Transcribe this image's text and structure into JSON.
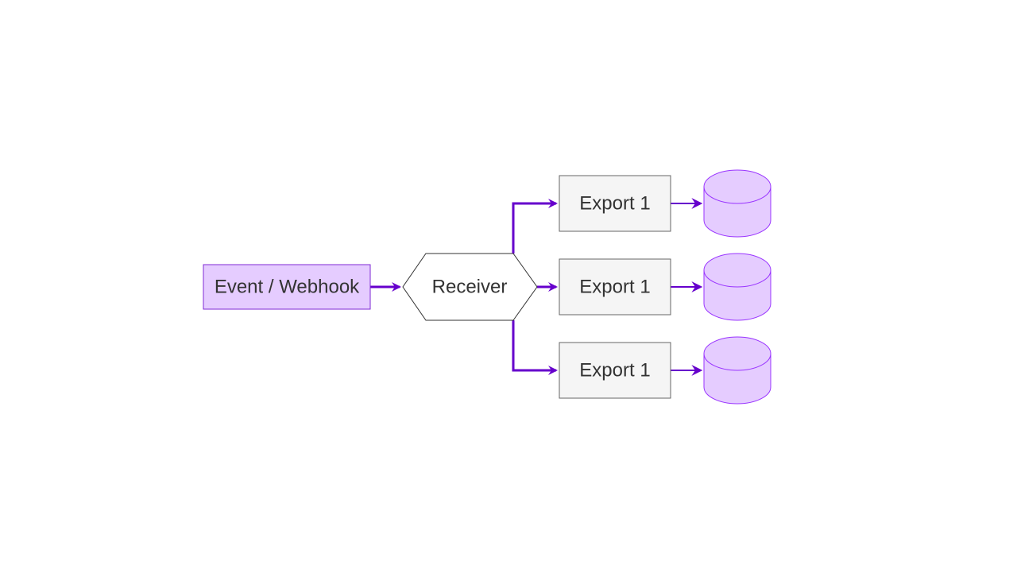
{
  "diagram": {
    "source": {
      "label": "Event / Webhook",
      "fill": "#e5ccff",
      "stroke": "#7f2ad5"
    },
    "receiver": {
      "label": "Receiver",
      "fill": "#ffffff",
      "stroke": "#333333"
    },
    "exports": [
      {
        "label": "Export 1"
      },
      {
        "label": "Export 1"
      },
      {
        "label": "Export 1"
      }
    ],
    "export_style": {
      "fill": "#f5f5f5",
      "stroke": "#666666"
    },
    "database_style": {
      "fill": "#e5ccff",
      "stroke": "#9933ff"
    },
    "connector_color": "#6600cc"
  }
}
